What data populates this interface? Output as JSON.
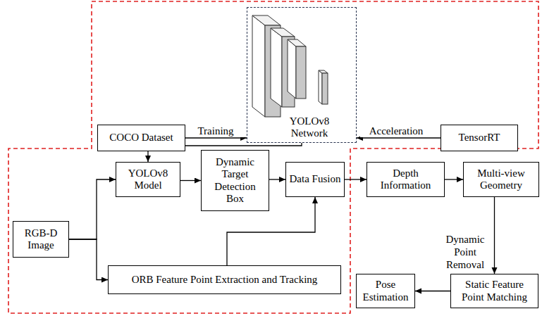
{
  "diagram": {
    "nodes": [
      {
        "text": [
          "COCO Dataset"
        ]
      },
      {
        "text": [
          "YOLOv8 Network"
        ]
      },
      {
        "text": [
          "TensorRT"
        ]
      },
      {
        "text": [
          "RGB-D Image"
        ]
      },
      {
        "text": [
          "YOLOv8 Model"
        ]
      },
      {
        "text": [
          "Dynamic Target Detection Box"
        ]
      },
      {
        "text": [
          "Data Fusion"
        ]
      },
      {
        "text": [
          "ORB Feature Point Extraction and Tracking"
        ]
      },
      {
        "text": [
          "Depth Information"
        ]
      },
      {
        "text": [
          "Multi-view Geometry"
        ]
      },
      {
        "text": [
          "Static Feature Point Matching"
        ]
      },
      {
        "text": [
          "Pose Estimation"
        ]
      }
    ],
    "edges": [
      {
        "from": 0,
        "to": 1,
        "label": "Training",
        "arrow": "to"
      },
      {
        "from": 2,
        "to": 1,
        "label": "Acceleration",
        "arrow": "to"
      },
      {
        "from": 1,
        "to": 4,
        "arrow": "to"
      },
      {
        "from": 3,
        "to": 4,
        "arrow": "to"
      },
      {
        "from": 3,
        "to": 7,
        "arrow": "to"
      },
      {
        "from": 4,
        "to": 5,
        "arrow": "to"
      },
      {
        "from": 5,
        "to": 6,
        "arrow": "to"
      },
      {
        "from": 7,
        "to": 6,
        "arrow": "to"
      },
      {
        "from": 6,
        "to": 8,
        "arrow": "to"
      },
      {
        "from": 8,
        "to": 9,
        "arrow": "to"
      },
      {
        "from": 9,
        "to": 10,
        "label": "Dynamic Point Removal",
        "arrow": "to"
      },
      {
        "from": 10,
        "to": 11,
        "arrow": "to"
      }
    ]
  }
}
